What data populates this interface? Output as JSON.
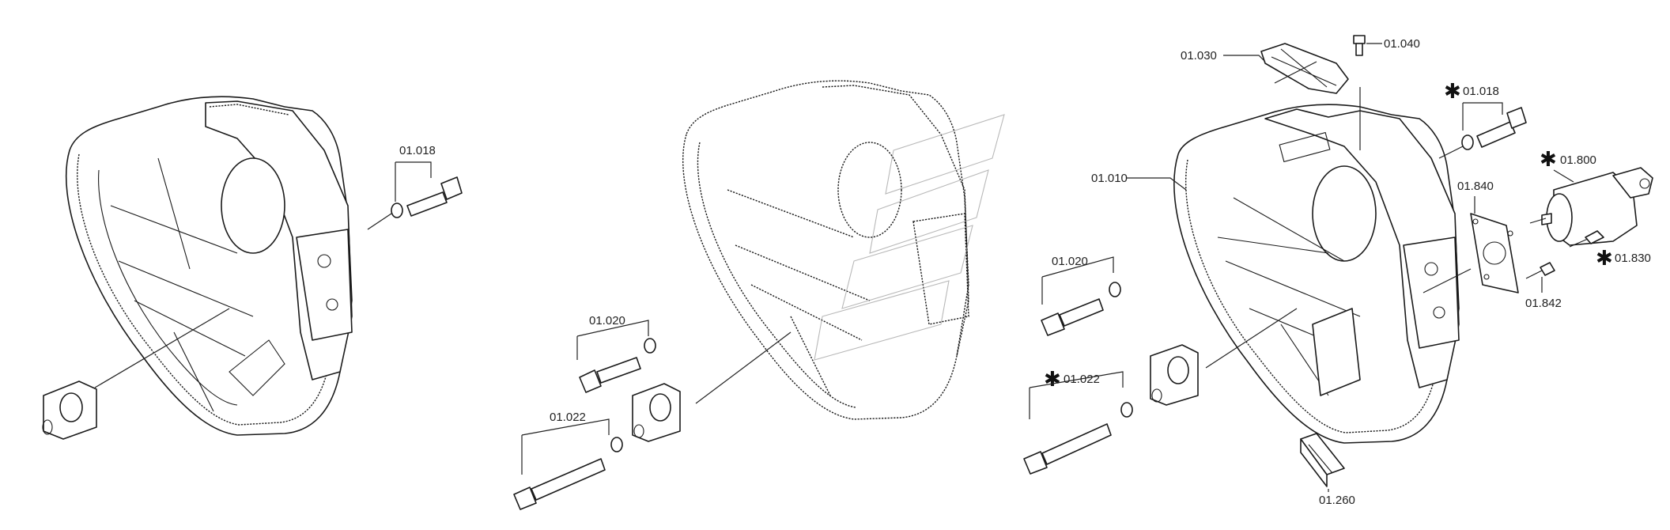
{
  "diagram": {
    "part_numbers": [
      "01.018",
      "01.020",
      "01.022",
      "01.030",
      "01.040",
      "01.010",
      "01.018",
      "01.800",
      "01.840",
      "01.830",
      "01.842",
      "01.020",
      "01.022",
      "01.260"
    ],
    "asterisk": "✱",
    "asterisk_on": [
      "01.018",
      "01.800",
      "01.830",
      "01.022"
    ]
  }
}
